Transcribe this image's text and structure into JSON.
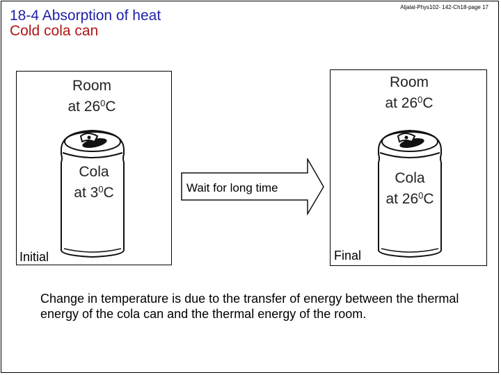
{
  "header": {
    "title": "18-4 Absorption of heat",
    "subtitle": "Cold cola can",
    "page_note": "Aljalal-Phys102- 142-Ch18-page 17"
  },
  "left_panel": {
    "room_line1": "Room",
    "room_line2_prefix": "at 26",
    "room_sup": "0",
    "room_unit": "C",
    "cola_line1": "Cola",
    "cola_line2_prefix": "at 3",
    "cola_sup": "0",
    "cola_unit": "C",
    "state": "Initial"
  },
  "right_panel": {
    "room_line1": "Room",
    "room_line2_prefix": "at 26",
    "room_sup": "0",
    "room_unit": "C",
    "cola_line1": "Cola",
    "cola_line2_prefix": "at 26",
    "cola_sup": "0",
    "cola_unit": "C",
    "state": "Final"
  },
  "arrow": {
    "label": "Wait for long time"
  },
  "caption": "Change in temperature is due to the transfer of energy between the thermal energy of the cola can and the thermal energy of the room.",
  "colors": {
    "title": "#1f1fa8",
    "subtitle": "#b01515"
  }
}
